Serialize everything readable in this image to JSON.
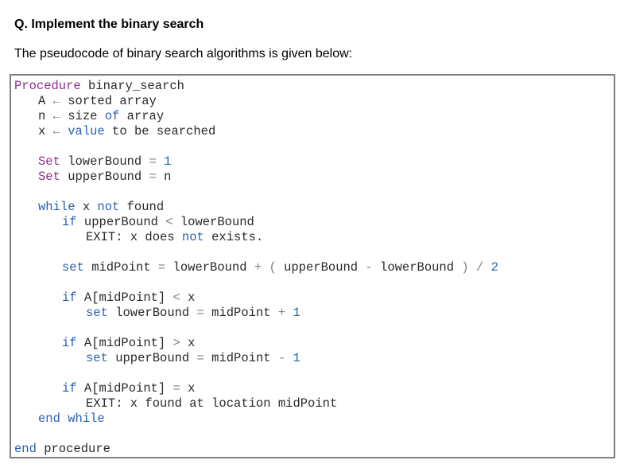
{
  "document": {
    "heading": "Q. Implement the binary search",
    "intro": "The pseudocode of binary search algorithms is given below:"
  },
  "code": {
    "l1": {
      "a": "Procedure",
      "b": " binary_search"
    },
    "l2": {
      "a": "A ",
      "arrow": "←",
      "b": " sorted array"
    },
    "l3": {
      "a": "n ",
      "arrow": "←",
      "b": " size ",
      "c": "of",
      "d": " array"
    },
    "l4": {
      "a": "x ",
      "arrow": "←",
      "b": " value",
      "c": " to be searched"
    },
    "l5": {
      "a": "Set",
      "b": " lowerBound ",
      "op": "=",
      "num": " 1"
    },
    "l6": {
      "a": "Set",
      "b": " upperBound ",
      "op": "=",
      "c": " n"
    },
    "l7": {
      "a": "while",
      "b": " x ",
      "c": "not",
      "d": " found"
    },
    "l8": {
      "a": "if",
      "b": " upperBound ",
      "op": "<",
      "c": " lowerBound"
    },
    "l9": {
      "a": "EXIT: x does ",
      "b": "not",
      "c": " exists."
    },
    "l10": {
      "a": "set",
      "b": " midPoint ",
      "op1": "=",
      "c": " lowerBound ",
      "op2": "+",
      "op3": " (",
      "d": " upperBound ",
      "op4": "-",
      "e": " lowerBound ",
      "op5": ")",
      "op6": " /",
      "num": " 2"
    },
    "l11": {
      "a": "if",
      "b": " A[midPoint] ",
      "op": "<",
      "c": " x"
    },
    "l12": {
      "a": "set",
      "b": " lowerBound ",
      "op1": "=",
      "c": " midPoint ",
      "op2": "+",
      "num": " 1"
    },
    "l13": {
      "a": "if",
      "b": " A[midPoint] ",
      "op": ">",
      "c": " x"
    },
    "l14": {
      "a": "set",
      "b": " upperBound ",
      "op1": "=",
      "c": " midPoint ",
      "op2": "-",
      "num": " 1"
    },
    "l15": {
      "a": "if",
      "b": " A[midPoint] ",
      "op": "=",
      "c": " x"
    },
    "l16": {
      "a": "EXIT: x found at location midPoint"
    },
    "l17": {
      "a": "end",
      "b": " while"
    },
    "l18": {
      "a": "end",
      "b": " procedure"
    }
  }
}
